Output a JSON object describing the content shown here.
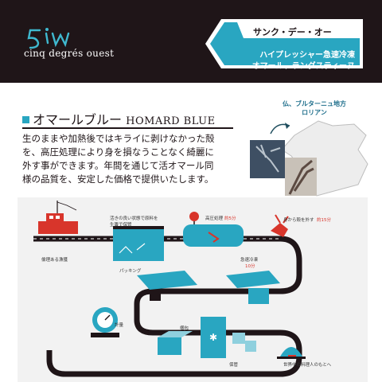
{
  "header": {
    "logo_text": "cinq degrés ouest",
    "brand_katakana": "サンク・デー・オー",
    "product_line1": "ハイプレッシャー急速冷凍",
    "product_line2": "オマール、ラングスティーヌ"
  },
  "section": {
    "title_jp": "オマールブルー",
    "title_en": "HOMARD BLUE"
  },
  "body": {
    "line1": "生のままや加熱後ではキライに剥けなかった殻",
    "line2": "を、高圧処理により身を損なうことなく綺麗に",
    "line3": "外す事ができます。年間を通じて活オマール同",
    "line4": "様の品質を、安定した価格で提供いたします。"
  },
  "map": {
    "region_line1": "仏、ブルターニュ地方",
    "region_line2": "ロリアン"
  },
  "flow": {
    "fishing": "倫理ある漁獲",
    "live_storage_1": "活きの良い状態で原料を",
    "live_storage_2": "生簀で保管",
    "hpp": "高圧処理",
    "hpp_time": "約5分",
    "shell": "身から殻を外す",
    "shell_time": "約15分",
    "freeze": "急速冷凍",
    "freeze_time": "10分",
    "packing": "パッキング",
    "weigh": "計量",
    "pack": "梱包",
    "store": "保管",
    "chef": "世界中の料理人のもとへ"
  },
  "colors": {
    "teal": "#29a6c1",
    "dark": "#1f1518",
    "accent_red": "#d8352b"
  }
}
